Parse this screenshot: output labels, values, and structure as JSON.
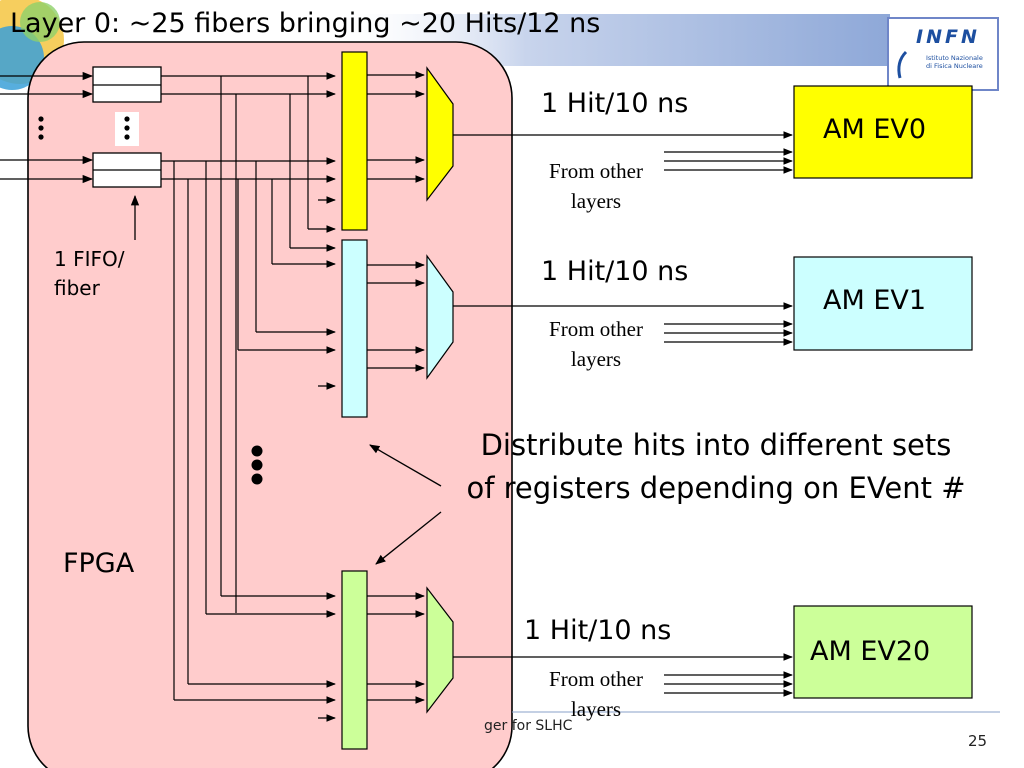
{
  "slide": {
    "title": "Layer 0: ~25 fibers bringing  ~20 Hits/12 ns",
    "page_number": "25",
    "footer": "ger for SLHC"
  },
  "logo": {
    "text": "INFN",
    "sub1": "Istituto Nazionale",
    "sub2": "di Fisica Nucleare"
  },
  "labels": {
    "fifo_line1": "1 FIFO/",
    "fifo_line2": "fiber",
    "fpga": "FPGA",
    "distribute": "Distribute hits into different sets of registers depending on EVent #"
  },
  "channels": [
    {
      "rate": "1 Hit/10 ns",
      "from_line1": "From other",
      "from_line2": "layers",
      "am": "AM EV0",
      "color": "#ffff00"
    },
    {
      "rate": "1 Hit/10 ns",
      "from_line1": "From other",
      "from_line2": "layers",
      "am": "AM EV1",
      "color": "#ccffff"
    },
    {
      "rate": "1 Hit/10 ns",
      "from_line1": "From other",
      "from_line2": "layers",
      "am": "AM EV20",
      "color": "#ccff99"
    }
  ],
  "colors": {
    "fpga_fill": "#ffcccc",
    "am_ev0": "#ffff00",
    "am_ev1": "#ccffff",
    "am_ev20": "#ccff99",
    "header_bar": "#9db3dc"
  }
}
